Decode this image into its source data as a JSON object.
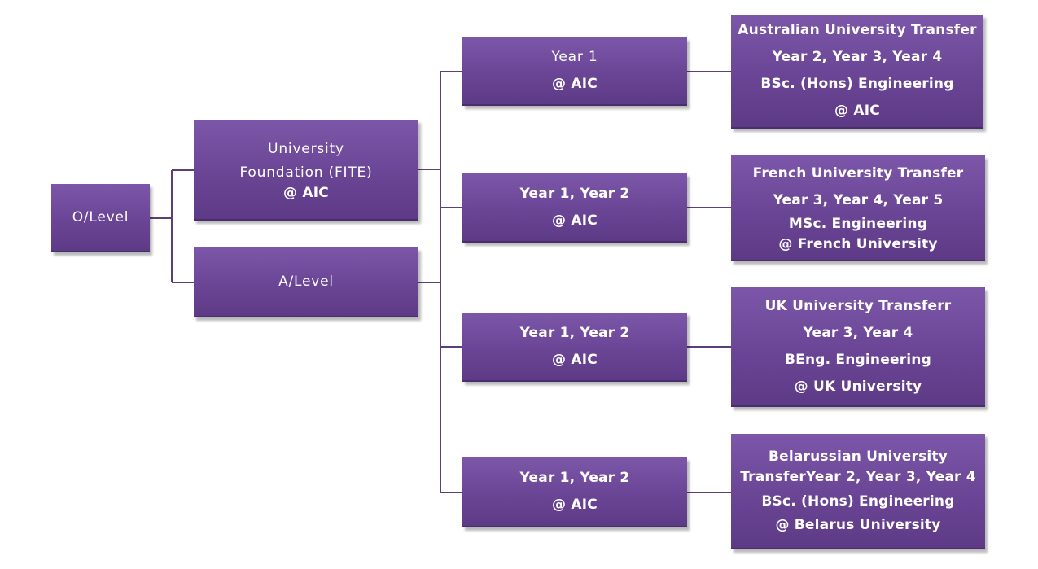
{
  "nodes": {
    "olevel": {
      "lines": [
        "O/Level"
      ]
    },
    "foundation": {
      "lines": [
        "University",
        "Foundation (FITE)",
        "@ AIC"
      ]
    },
    "alevel": {
      "lines": [
        "A/Level"
      ]
    },
    "year1_aus": {
      "lines": [
        "Year 1",
        "@ AIC"
      ]
    },
    "year12_fr": {
      "lines": [
        "Year 1, Year 2",
        "@ AIC"
      ]
    },
    "year12_uk": {
      "lines": [
        "Year 1, Year 2",
        "@ AIC"
      ]
    },
    "year12_by": {
      "lines": [
        "Year 1, Year 2",
        "@ AIC"
      ]
    },
    "transfer_aus": {
      "lines": [
        "Australian University Transfer",
        "Year 2, Year 3, Year 4",
        "BSc. (Hons) Engineering",
        "@ AIC"
      ]
    },
    "transfer_fr": {
      "lines": [
        "French University Transfer",
        "Year 3, Year 4, Year 5",
        "MSc. Engineering",
        "@ French University"
      ]
    },
    "transfer_uk": {
      "lines": [
        "UK University Transferr",
        "Year 3, Year 4",
        "BEng. Engineering",
        "@ UK University"
      ]
    },
    "transfer_by": {
      "lines": [
        "Belarussian University",
        "TransferYear 2, Year 3, Year 4",
        "BSc. (Hons) Engineering",
        "@ Belarus University"
      ]
    }
  },
  "colors": {
    "box_fill": "#6b4595",
    "connector": "#5b4078",
    "text": "#ffffff"
  }
}
